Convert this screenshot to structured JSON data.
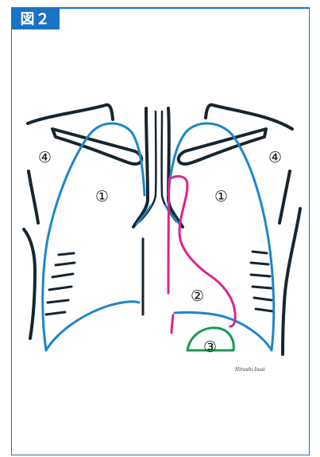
{
  "figure": {
    "label": "図２"
  },
  "labels": {
    "lung_left": "①",
    "lung_right": "①",
    "heart": "②",
    "stomach": "③",
    "soft_left": "④",
    "soft_right": "④"
  },
  "signature": "Hiroshi Iwai",
  "colors": {
    "accent": "#1a73c4",
    "outline": "#17262f",
    "lung": "#1e86c8",
    "heart": "#e0228a",
    "stomach": "#1a9a5a"
  }
}
